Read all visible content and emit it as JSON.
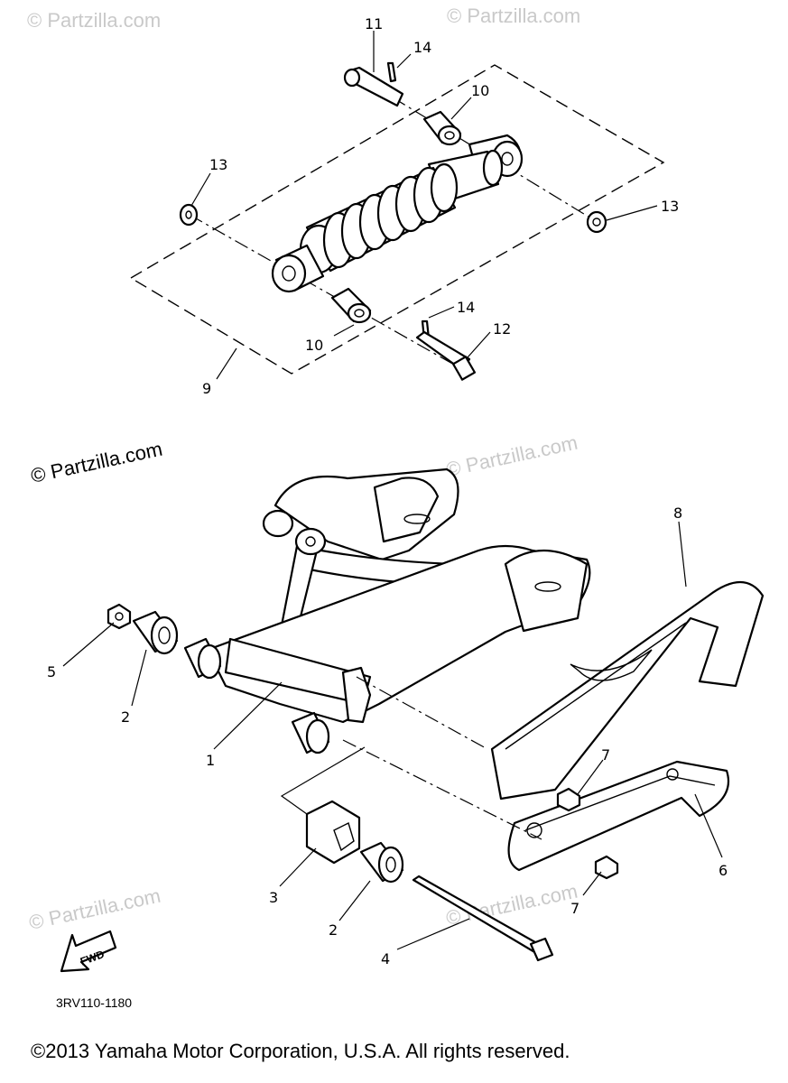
{
  "watermarks": [
    "© Partzilla.com",
    "© Partzilla.com",
    "© Partzilla.com",
    "© Partzilla.com",
    "© Partzilla.com",
    "© Partzilla.com"
  ],
  "callouts": {
    "p1": "1",
    "p2a": "2",
    "p2b": "2",
    "p3": "3",
    "p4": "4",
    "p5": "5",
    "p6": "6",
    "p7a": "7",
    "p7b": "7",
    "p8": "8",
    "p9": "9",
    "p10a": "10",
    "p10b": "10",
    "p11": "11",
    "p12": "12",
    "p13a": "13",
    "p13b": "13",
    "p14a": "14",
    "p14b": "14"
  },
  "fwd_label": "FWD",
  "reference_code": "3RV110-1180",
  "copyright": "©2013 Yamaha Motor Corporation, U.S.A. All rights reserved."
}
